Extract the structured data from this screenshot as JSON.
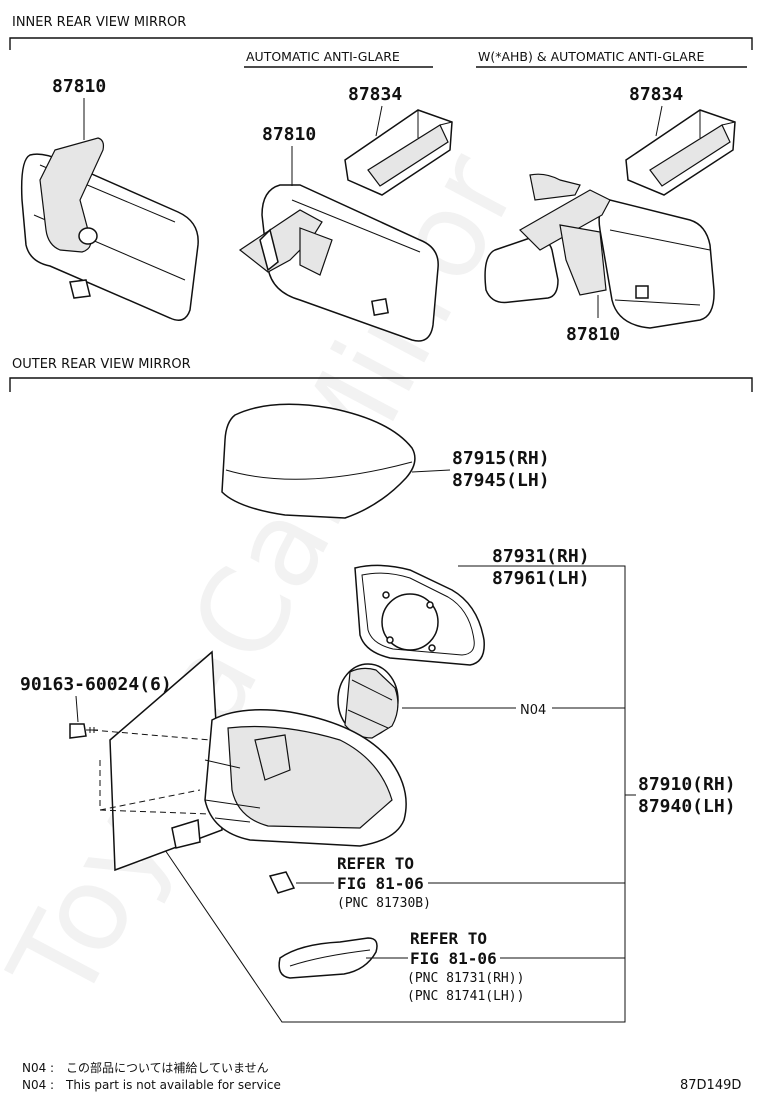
{
  "sections": {
    "inner": "INNER REAR VIEW MIRROR",
    "outer": "OUTER REAR VIEW MIRROR"
  },
  "subsections": {
    "auto_anti_glare": "AUTOMATIC ANTI-GLARE",
    "ahb_auto_anti_glare": "W(*AHB) & AUTOMATIC ANTI-GLARE"
  },
  "parts": {
    "mirror_basic": "87810",
    "mirror_auto": "87810",
    "cover_auto": "87834",
    "cover_ahb": "87834",
    "mirror_ahb": "87810",
    "cap_rh": "87915(RH)",
    "cap_lh": "87945(LH)",
    "glass_rh": "87931(RH)",
    "glass_lh": "87961(LH)",
    "screw": "90163-60024(6)",
    "n04": "N04",
    "assy_rh": "87910(RH)",
    "assy_lh": "87940(LH)"
  },
  "refs": {
    "lamp_refer": "REFER TO",
    "lamp_fig": "FIG 81-06",
    "lamp_pnc": "(PNC 81730B)",
    "signal_refer": "REFER TO",
    "signal_fig": "FIG 81-06",
    "signal_pnc_rh": "(PNC 81731(RH))",
    "signal_pnc_lh": "(PNC 81741(LH))"
  },
  "notes": {
    "jp_code": "N04 :",
    "jp_text": "この部品については補給していません",
    "en_code": "N04 :",
    "en_text": "This part is not available for service"
  },
  "diagram_code": "87D149D",
  "watermark": "ToyotaCarMirror"
}
